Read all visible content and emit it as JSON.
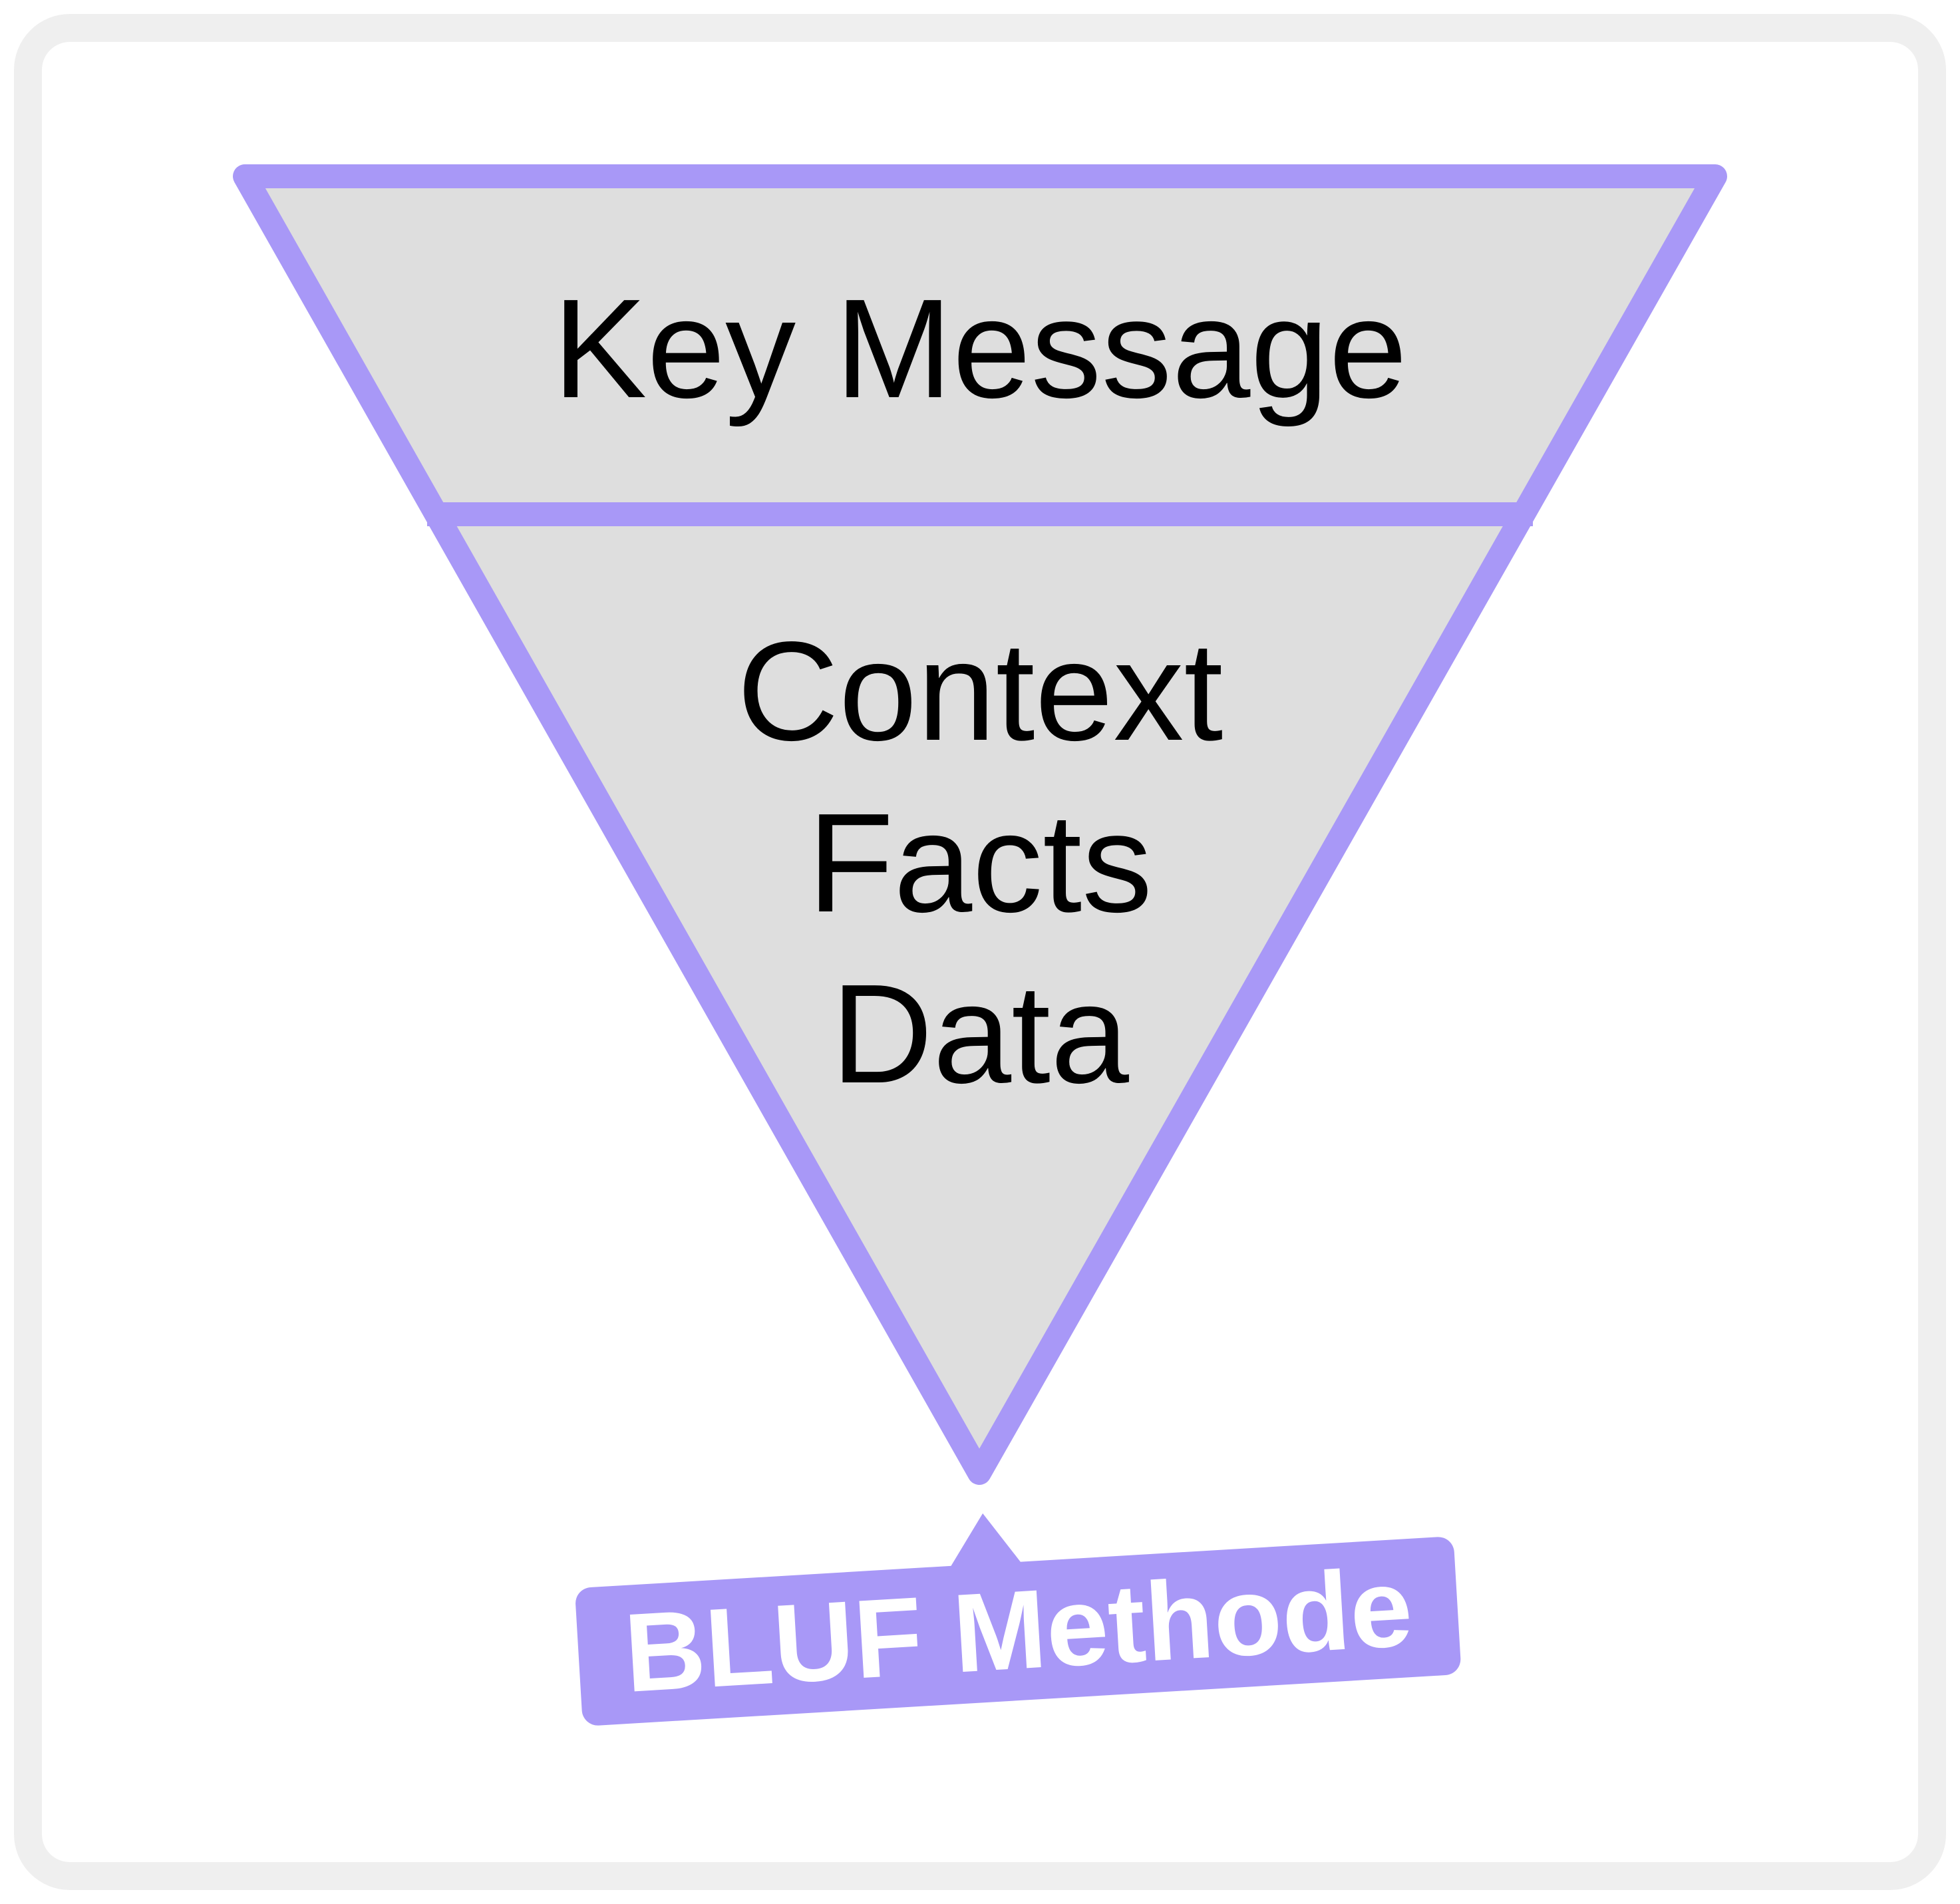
{
  "colors": {
    "frame_border": "#efefef",
    "funnel_fill": "#dedede",
    "funnel_stroke": "#a898f7",
    "tag_fill": "#a898f7",
    "text": "#000000",
    "tag_text": "#ffffff"
  },
  "funnel": {
    "top_section_label": "Key Message",
    "bottom_section_lines": [
      "Context",
      "Facts",
      "Data"
    ]
  },
  "tag": {
    "label": "BLUF Methode"
  }
}
